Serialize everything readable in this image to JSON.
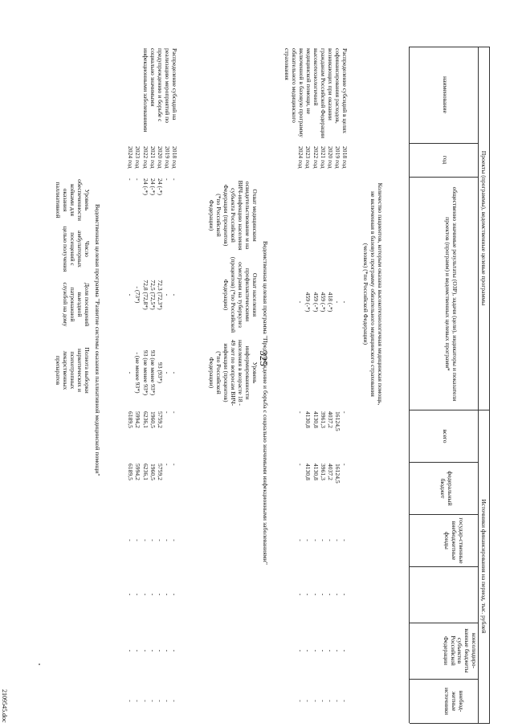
{
  "page_number": "325",
  "doc_id": "2109545.doc",
  "header": {
    "projects_group": "Проекты (программы), ведомственные целевые программы",
    "funding_group": "Источники финансирования на период, тыс. рублей",
    "col_name": "наименование",
    "col_year": "год",
    "col_results": "общественно значимые результаты (ОЗР), задачи (цели), индикаторы и показатели проектов (программ) и ведомственных целевых программ*",
    "col_total": "всего",
    "col_federal": "федеральный бюджет",
    "col_state_funds": "государ-ственные внебюджетные фонды",
    "col_consolidated": "консолидиро-ванные бюджеты субъектов Российской Федерации",
    "col_external": "внебюд-жетные источники"
  },
  "block1": {
    "name": "Распределение субсидий в целях софинансирования расходов, возникающих при оказании гражданам Российской Федерации высокотехнологичной медицинской помощи, не включенной в базовую программу обязательного медицинского страхования",
    "indicator_head": "Количество пациентов, которым оказана высокотехнологичная медицинская помощь, не включенная в базовую программу обязательного медицинского страхования (человек) (*по Российской Федерации)",
    "rows": [
      {
        "year": "2018 год",
        "ind": "-",
        "total": "-",
        "fed": "-",
        "st": "-",
        "cons": "-",
        "ext": "-"
      },
      {
        "year": "2019 год",
        "ind": "-",
        "total": "16124,5",
        "fed": "16124,5",
        "st": "-",
        "cons": "-",
        "ext": "-"
      },
      {
        "year": "2020 год",
        "ind": "418 (-*)",
        "total": "4037,2",
        "fed": "4037,2",
        "st": "-",
        "cons": "-",
        "ext": "-"
      },
      {
        "year": "2021 год",
        "ind": "459 (-*)",
        "total": "3961,3",
        "fed": "3961,3",
        "st": "-",
        "cons": "-",
        "ext": "-"
      },
      {
        "year": "2022 год",
        "ind": "459 (-*)",
        "total": "4130,8",
        "fed": "4130,8",
        "st": "-",
        "cons": "-",
        "ext": "-"
      },
      {
        "year": "2023 год",
        "ind": "459 (-*)",
        "total": "4130,8",
        "fed": "4130,8",
        "st": "-",
        "cons": "-",
        "ext": "-"
      },
      {
        "year": "2024 год",
        "ind": "-",
        "total": "-",
        "fed": "-",
        "st": "-",
        "cons": "-",
        "ext": "-"
      }
    ]
  },
  "block2": {
    "title": "Ведомственная целевая программа \"Предупреждение и борьба с социально значимыми инфекционными заболеваниями\"",
    "name": "Распределение субсидий на реализацию мероприятий по предупреждению и борьбе с социально значимыми инфекционными заболеваниями",
    "ind1_head": "Охват медицинским освидетельствование м на ВИЧ-инфекцию населения субъекта Российской Федерации (процентов) (*по Российской Федерации)",
    "ind2_head": "Охват населения профилактическими осмотрами на туберкулез (процентов) (*по Российской Федерации)",
    "ind3_head": "Уровень информированности населения в возрасте 18 - 49 лет по вопросам ВИЧ-инфекции (процентов) (*по Российской Федерации)",
    "rows": [
      {
        "year": "2018 год",
        "i1": "-",
        "i2": "-",
        "i3": "-",
        "total": "-",
        "fed": "-",
        "st": "-",
        "cons": "-",
        "ext": "-"
      },
      {
        "year": "2019 год",
        "i1": "-",
        "i2": "-",
        "i3": "-",
        "total": "-",
        "fed": "-",
        "st": "-",
        "cons": "-",
        "ext": "-"
      },
      {
        "year": "2020 год",
        "i1": "24 (-*)",
        "i2": "72,3 (72,3*)",
        "i3": "93 (93*)",
        "total": "5759,2",
        "fed": "5759,2",
        "st": "-",
        "cons": "-",
        "ext": "-"
      },
      {
        "year": "2021 год",
        "i1": "24 (-*)",
        "i2": "72,5 (72,5*)",
        "i3": "93 (не менее 93*)",
        "total": "1960,5",
        "fed": "1960,5",
        "st": "-",
        "cons": "-",
        "ext": "-"
      },
      {
        "year": "2022 год",
        "i1": "24 (-*)",
        "i2": "72,8 (72,8*)",
        "i3": "93 (не менее 93*)",
        "total": "6236,1",
        "fed": "6236,1",
        "st": "-",
        "cons": "-",
        "ext": "-"
      },
      {
        "year": "2023 год",
        "i1": "-",
        "i2": "- (73*)",
        "i3": "- (не менее 93*)",
        "total": "5994,2",
        "fed": "5994,2",
        "st": "-",
        "cons": "-",
        "ext": "-"
      },
      {
        "year": "2024 год",
        "i1": "-",
        "i2": "-",
        "i3": "-",
        "total": "6189,5",
        "fed": "6189,5",
        "st": "-",
        "cons": "-",
        "ext": "-"
      }
    ]
  },
  "block3": {
    "title": "Ведомственная целевая программа \"Развитие системы оказания паллиативной медицинской помощи\"",
    "ind1_head": "Уровень обеспеченности койками для оказания паллиативной",
    "ind2_head": "Число амбулаторных посещений с целью получения",
    "ind3_head": "Доля посещений выездной патронажной службой на дому",
    "ind4_head": "Полнота выборки наркотических и психотропных лекарственных препаратов"
  }
}
